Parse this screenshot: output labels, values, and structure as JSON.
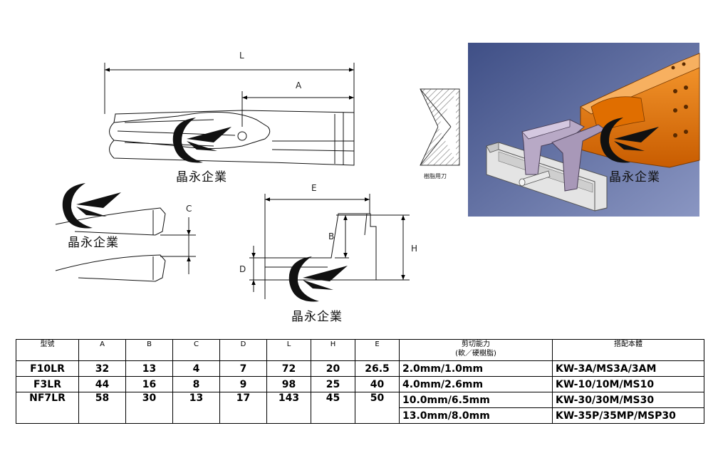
{
  "watermark": {
    "brand_text": "晶永企業"
  },
  "drawing_labels": {
    "L": "L",
    "A": "A",
    "C": "C",
    "E": "E",
    "B": "B",
    "D": "D",
    "H": "H",
    "blade_caption": "樹脂用刀"
  },
  "colors": {
    "tool_body": "#e87a10",
    "jaw": "#b8a9c6",
    "base": "#dcdcdc",
    "render_background": "#5a6aa0"
  },
  "table": {
    "headers": [
      "型號",
      "A",
      "B",
      "C",
      "D",
      "L",
      "H",
      "E",
      "剪切能力",
      "搭配本體"
    ],
    "header_sub": "(軟／硬樹脂)",
    "rows": [
      {
        "model": "F10LR",
        "A": "32",
        "B": "13",
        "C": "4",
        "D": "7",
        "L": "72",
        "H": "20",
        "E": "26.5",
        "capacity": "2.0mm/1.0mm",
        "body": "KW-3A/MS3A/3AM"
      },
      {
        "model": "F3LR",
        "A": "44",
        "B": "16",
        "C": "8",
        "D": "9",
        "L": "98",
        "H": "25",
        "E": "40",
        "capacity": "4.0mm/2.6mm",
        "body": "KW-10/10M/MS10"
      },
      {
        "model": "NF7LR",
        "A": "58",
        "B": "30",
        "C": "13",
        "D": "17",
        "L": "143",
        "H": "45",
        "E": "50",
        "capacity": "10.0mm/6.5mm",
        "body": "KW-30/30M/MS30"
      }
    ],
    "extra_row": {
      "capacity": "13.0mm/8.0mm",
      "body": "KW-35P/35MP/MSP30"
    }
  }
}
